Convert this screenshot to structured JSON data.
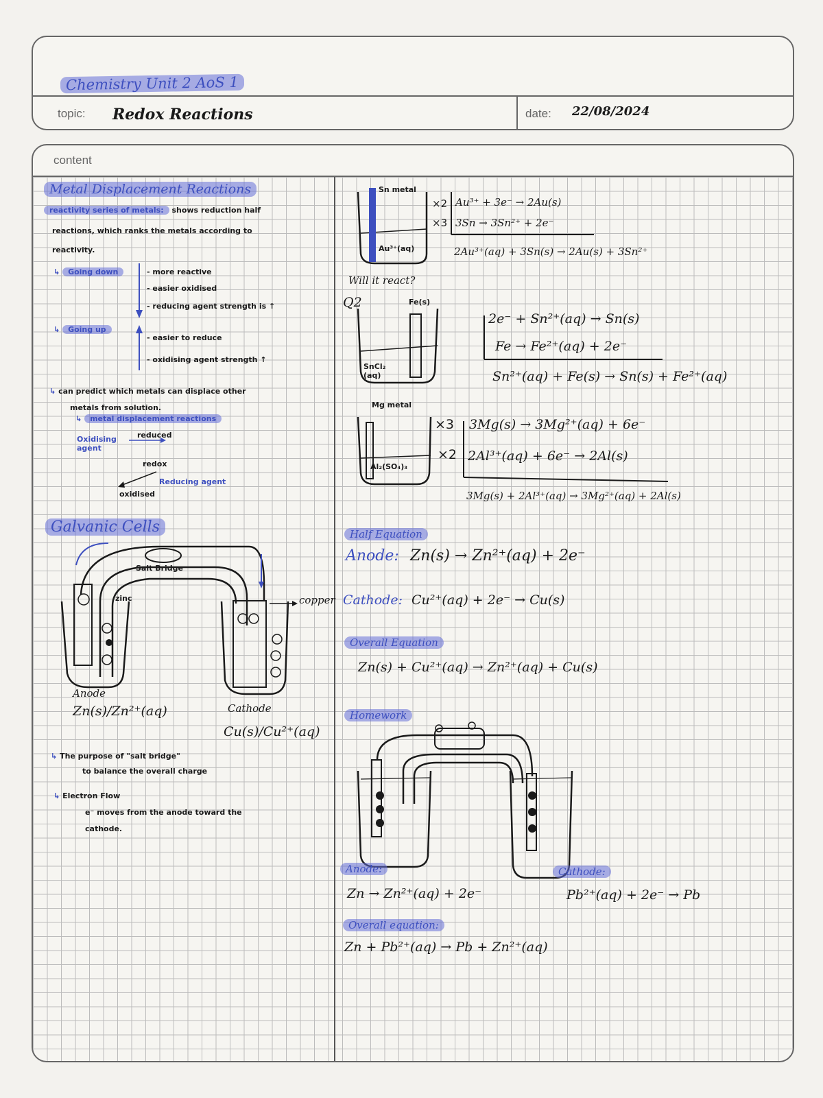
{
  "header": {
    "unit_title": "Chemistry Unit 2 AoS 1",
    "topic_label": "topic:",
    "topic_value": "Redox Reactions",
    "date_label": "date:",
    "date_value": "22/08/2024"
  },
  "content": {
    "label": "content",
    "left": {
      "metal_displacement": {
        "heading": "Metal Displacement Reactions",
        "intro_highlight": "reactivity series of metals:",
        "intro_line1": "shows reduction half",
        "intro_line2": "reactions, which ranks the metals according to",
        "intro_line3": "reactivity.",
        "going_down_label": "Going down",
        "going_down_points": [
          "more reactive",
          "easier oxidised",
          "reducing agent strength is ↑"
        ],
        "going_up_label": "Going up",
        "going_up_points": [
          "easier to reduce",
          "oxidising agent strength ↑"
        ],
        "predict_line1": "can predict which metals can displace other",
        "predict_line2": "metals from solution.",
        "predict_sub": "metal displacement reactions",
        "oxidising_agent": "Oxidising agent",
        "reduced": "reduced",
        "redox": "redox",
        "reducing_agent": "Reducing agent",
        "oxidised": "oxidised",
        "arrow_prefix": "↳"
      },
      "galvanic": {
        "heading": "Galvanic Cells",
        "salt_bridge": "Salt Bridge",
        "zinc": "zinc",
        "copper": "copper",
        "anode": "Anode",
        "anode_couple": "Zn(s)/Zn²⁺(aq)",
        "cathode": "Cathode",
        "cathode_couple": "Cu(s)/Cu²⁺(aq)",
        "purpose_line": "The purpose of \"salt bridge\"",
        "purpose_sub": "to balance the overall charge",
        "electron_flow": "Electron Flow",
        "electron_line1": "e⁻ moves from the anode toward the",
        "electron_line2": "cathode."
      }
    },
    "right": {
      "q1": {
        "sn_metal": "Sn metal",
        "solution": "Au³⁺(aq)",
        "mult1": "×2",
        "mult2": "×3",
        "half1": "Au³⁺ + 3e⁻ → 2Au(s)",
        "half2": "3Sn → 3Sn²⁺ + 2e⁻",
        "overall": "2Au³⁺(aq) + 3Sn(s) → 2Au(s) + 3Sn²⁺"
      },
      "q2": {
        "will_it_react": "Will it react?",
        "label": "Q2",
        "fe_label": "Fe(s)",
        "solution": "SnCl₂ (aq)",
        "half1": "2e⁻ + Sn²⁺(aq) → Sn(s)",
        "half2": "Fe → Fe²⁺(aq) + 2e⁻",
        "overall": "Sn²⁺(aq) + Fe(s) → Sn(s) + Fe²⁺(aq)"
      },
      "q3": {
        "mg_metal": "Mg metal",
        "solution": "Al₂(SO₄)₃",
        "mult1": "×3",
        "mult2": "×2",
        "half1": "3Mg(s) → 3Mg²⁺(aq) + 6e⁻",
        "half2": "2Al³⁺(aq) + 6e⁻ → 2Al(s)",
        "overall": "3Mg(s) + 2Al³⁺(aq) → 3Mg²⁺(aq) + 2Al(s)"
      },
      "half_equation": {
        "heading": "Half Equation",
        "anode_label": "Anode:",
        "anode_eq": "Zn(s) → Zn²⁺(aq) + 2e⁻",
        "cathode_label": "Cathode:",
        "cathode_eq": "Cu²⁺(aq) + 2e⁻ → Cu(s)"
      },
      "overall_equation": {
        "heading": "Overall Equation",
        "eq": "Zn(s) + Cu²⁺(aq) → Zn²⁺(aq) + Cu(s)"
      },
      "homework": {
        "heading": "Homework",
        "anode_label": "Anode:",
        "anode_eq": "Zn → Zn²⁺(aq) + 2e⁻",
        "cathode_label": "Cathode:",
        "cathode_eq": "Pb²⁺(aq) + 2e⁻ → Pb",
        "overall_label": "Overall equation:",
        "overall_eq": "Zn + Pb²⁺(aq) → Pb + Zn²⁺(aq)"
      }
    }
  },
  "colors": {
    "ink": "#1a1a1a",
    "blue_ink": "#3d4fbf",
    "highlight": "#7b84d6",
    "rule": "#666666",
    "grid": "#bcbcbc"
  }
}
